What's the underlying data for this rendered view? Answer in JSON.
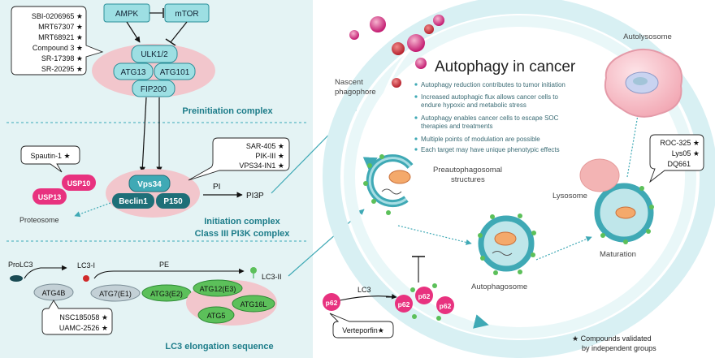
{
  "title": "Autophagy in cancer",
  "bullets": [
    "Autophagy reduction contributes to tumor initiation",
    "Increased autophagic flux allows cancer cells to",
    "endure hypoxic and metabolic stress",
    "Autophagy enables cancer cells to escape SOC",
    "therapies and treatments",
    "Multiple points of modulation are possible",
    "Each target may have unique phenotypic effects"
  ],
  "preinitiation": {
    "ampk": "AMPK",
    "mtor": "mTOR",
    "ulk": "ULK1/2",
    "atg13": "ATG13",
    "atg101": "ATG101",
    "fip200": "FIP200",
    "label": "Preinitiation complex",
    "inhibitors": [
      "SBI-0206965 ★",
      "MRT67307 ★",
      "MRT68921 ★",
      "Compound 3 ★",
      "SR-17398 ★",
      "SR-20295 ★"
    ]
  },
  "initiation": {
    "vps34": "Vps34",
    "beclin": "Beclin1",
    "p150": "P150",
    "pi": "PI",
    "pi3p": "PI3P",
    "label1": "Initiation complex",
    "label2": "Class III PI3K complex",
    "inhibitors": [
      "SAR-405 ★",
      "PIK-III ★",
      "VPS34-IN1 ★"
    ],
    "spautin": "Spautin-1 ★",
    "usp10": "USP10",
    "usp13": "USP13",
    "proteosome": "Proteosome"
  },
  "elongation": {
    "prolc3": "ProLC3",
    "lc3i": "LC3-I",
    "pe": "PE",
    "lc3ii": "LC3-II",
    "atg4b": "ATG4B",
    "atg7": "ATG7(E1)",
    "atg3": "ATG3(E2)",
    "atg12": "ATG12(E3)",
    "atg16l": "ATG16L",
    "atg5": "ATG5",
    "inhibitors": [
      "NSC185058 ★",
      "UAMC-2526 ★"
    ],
    "label": "LC3 elongation sequence"
  },
  "cycle": {
    "nascent1": "Nascent",
    "nascent2": "phagophore",
    "preauto1": "Preautophagosomal",
    "preauto2": "structures",
    "autophagosome": "Autophagosome",
    "lysosome": "Lysosome",
    "maturation": "Maturation",
    "autolysosome": "Autolysosome",
    "lc3": "LC3",
    "p62": "p62",
    "verteporfin": "Verteporfin★",
    "lysoInhibitors": [
      "ROC-325 ★",
      "Lys05 ★",
      "DQ661"
    ]
  },
  "footnote": [
    "★ Compounds validated",
    "by independent groups"
  ],
  "colors": {
    "leftPanel": "#e4f3f4",
    "teal": "#3fa9b5",
    "tealDark": "#1e6f78",
    "green": "#5cc05a",
    "pink": "#e84a8a",
    "complexBg": "#f2c6cc",
    "sectionLabel": "#1c7c89"
  }
}
